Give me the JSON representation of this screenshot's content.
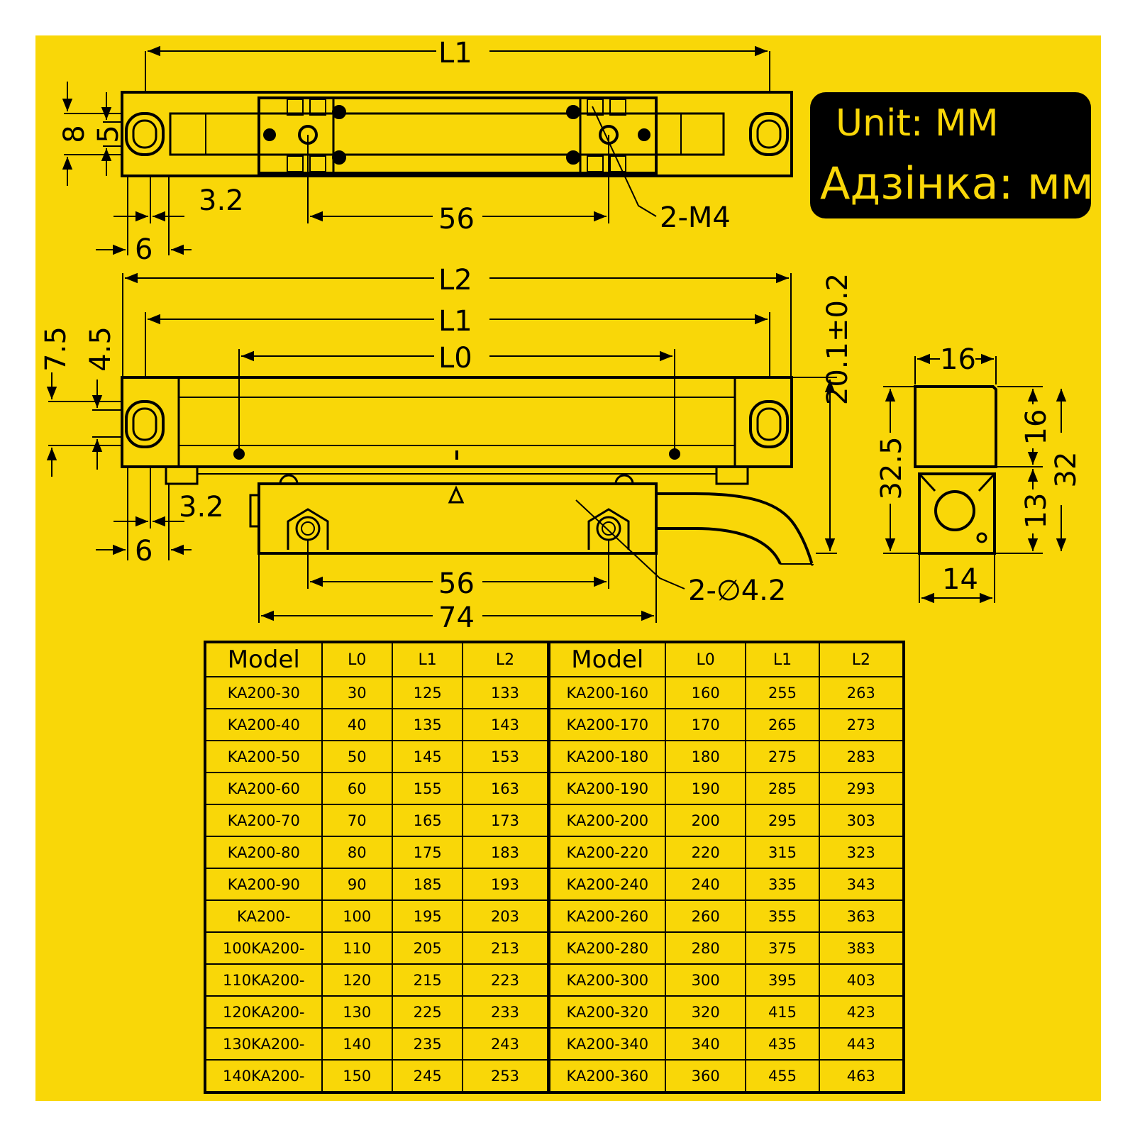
{
  "unit": {
    "en": "Unit: MM",
    "be": "Адзінка: мм"
  },
  "top_view": {
    "length_label": "L1",
    "dim_8": "8",
    "dim_5": "5",
    "dim_3_2": "3.2",
    "dim_6": "6",
    "dim_56": "56",
    "thread_label": "2-M4"
  },
  "front_view": {
    "l2": "L2",
    "l1": "L1",
    "l0": "L0",
    "dim_7_5": "7.5",
    "dim_4_5": "4.5",
    "dim_3_2": "3.2",
    "dim_6": "6",
    "dim_56": "56",
    "dim_74": "74",
    "hole_label": "2-∅4.2",
    "height_label": "20.1±0.2"
  },
  "side_view": {
    "dim_16_top": "16",
    "dim_16_right": "16",
    "dim_32_5": "32.5",
    "dim_32": "32",
    "dim_13": "13",
    "dim_14": "14"
  },
  "table": {
    "headers": [
      "Model",
      "L0",
      "L1",
      "L2",
      "Model",
      "L0",
      "L1",
      "L2"
    ],
    "rows": [
      [
        "KA200-30",
        "30",
        "125",
        "133",
        "KA200-160",
        "160",
        "255",
        "263"
      ],
      [
        "KA200-40",
        "40",
        "135",
        "143",
        "KA200-170",
        "170",
        "265",
        "273"
      ],
      [
        "KA200-50",
        "50",
        "145",
        "153",
        "KA200-180",
        "180",
        "275",
        "283"
      ],
      [
        "KA200-60",
        "60",
        "155",
        "163",
        "KA200-190",
        "190",
        "285",
        "293"
      ],
      [
        "KA200-70",
        "70",
        "165",
        "173",
        "KA200-200",
        "200",
        "295",
        "303"
      ],
      [
        "KA200-80",
        "80",
        "175",
        "183",
        "KA200-220",
        "220",
        "315",
        "323"
      ],
      [
        "KA200-90",
        "90",
        "185",
        "193",
        "KA200-240",
        "240",
        "335",
        "343"
      ],
      [
        "KA200-",
        "100",
        "195",
        "203",
        "KA200-260",
        "260",
        "355",
        "363"
      ],
      [
        "100KA200-",
        "110",
        "205",
        "213",
        "KA200-280",
        "280",
        "375",
        "383"
      ],
      [
        "110KA200-",
        "120",
        "215",
        "223",
        "KA200-300",
        "300",
        "395",
        "403"
      ],
      [
        "120KA200-",
        "130",
        "225",
        "233",
        "KA200-320",
        "320",
        "415",
        "423"
      ],
      [
        "130KA200-",
        "140",
        "235",
        "243",
        "KA200-340",
        "340",
        "435",
        "443"
      ],
      [
        "140KA200-",
        "150",
        "245",
        "253",
        "KA200-360",
        "360",
        "455",
        "463"
      ]
    ]
  }
}
